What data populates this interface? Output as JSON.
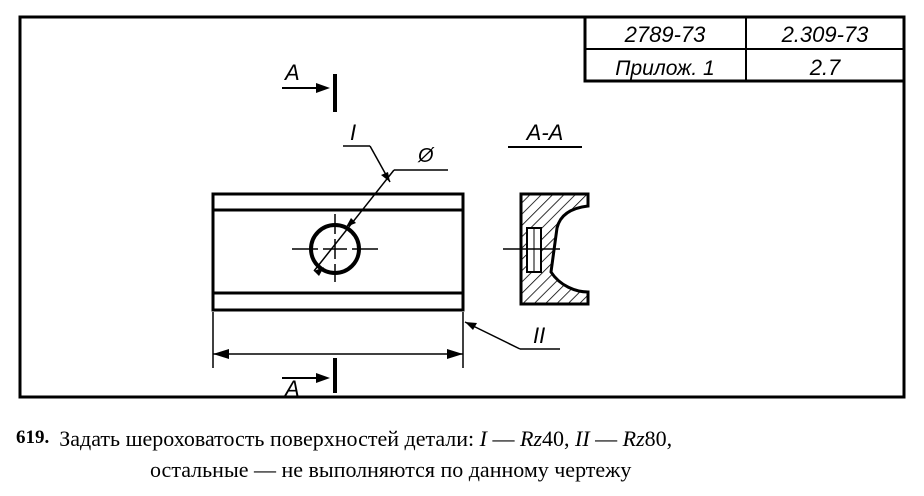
{
  "stamp": {
    "cell_1": "2789-73",
    "cell_2": "2.309-73",
    "cell_3": "Прилож. 1",
    "cell_4": "2.7"
  },
  "labels": {
    "section_top": "А",
    "section_bottom": "А",
    "section_view": "А-А",
    "surface_1": "I",
    "surface_2": "II",
    "diameter": "Ø"
  },
  "caption": {
    "number": "619.",
    "text_1": "Задать шероховатость поверхностей детали:",
    "rom_1": "I",
    "dash_1": "—",
    "rz_1": "Rz",
    "val_1": "40,",
    "rom_2": "II",
    "dash_2": "—",
    "rz_2": "Rz",
    "val_2": "80,",
    "line_2": "остальные — не выполняются по данному чертежу"
  }
}
